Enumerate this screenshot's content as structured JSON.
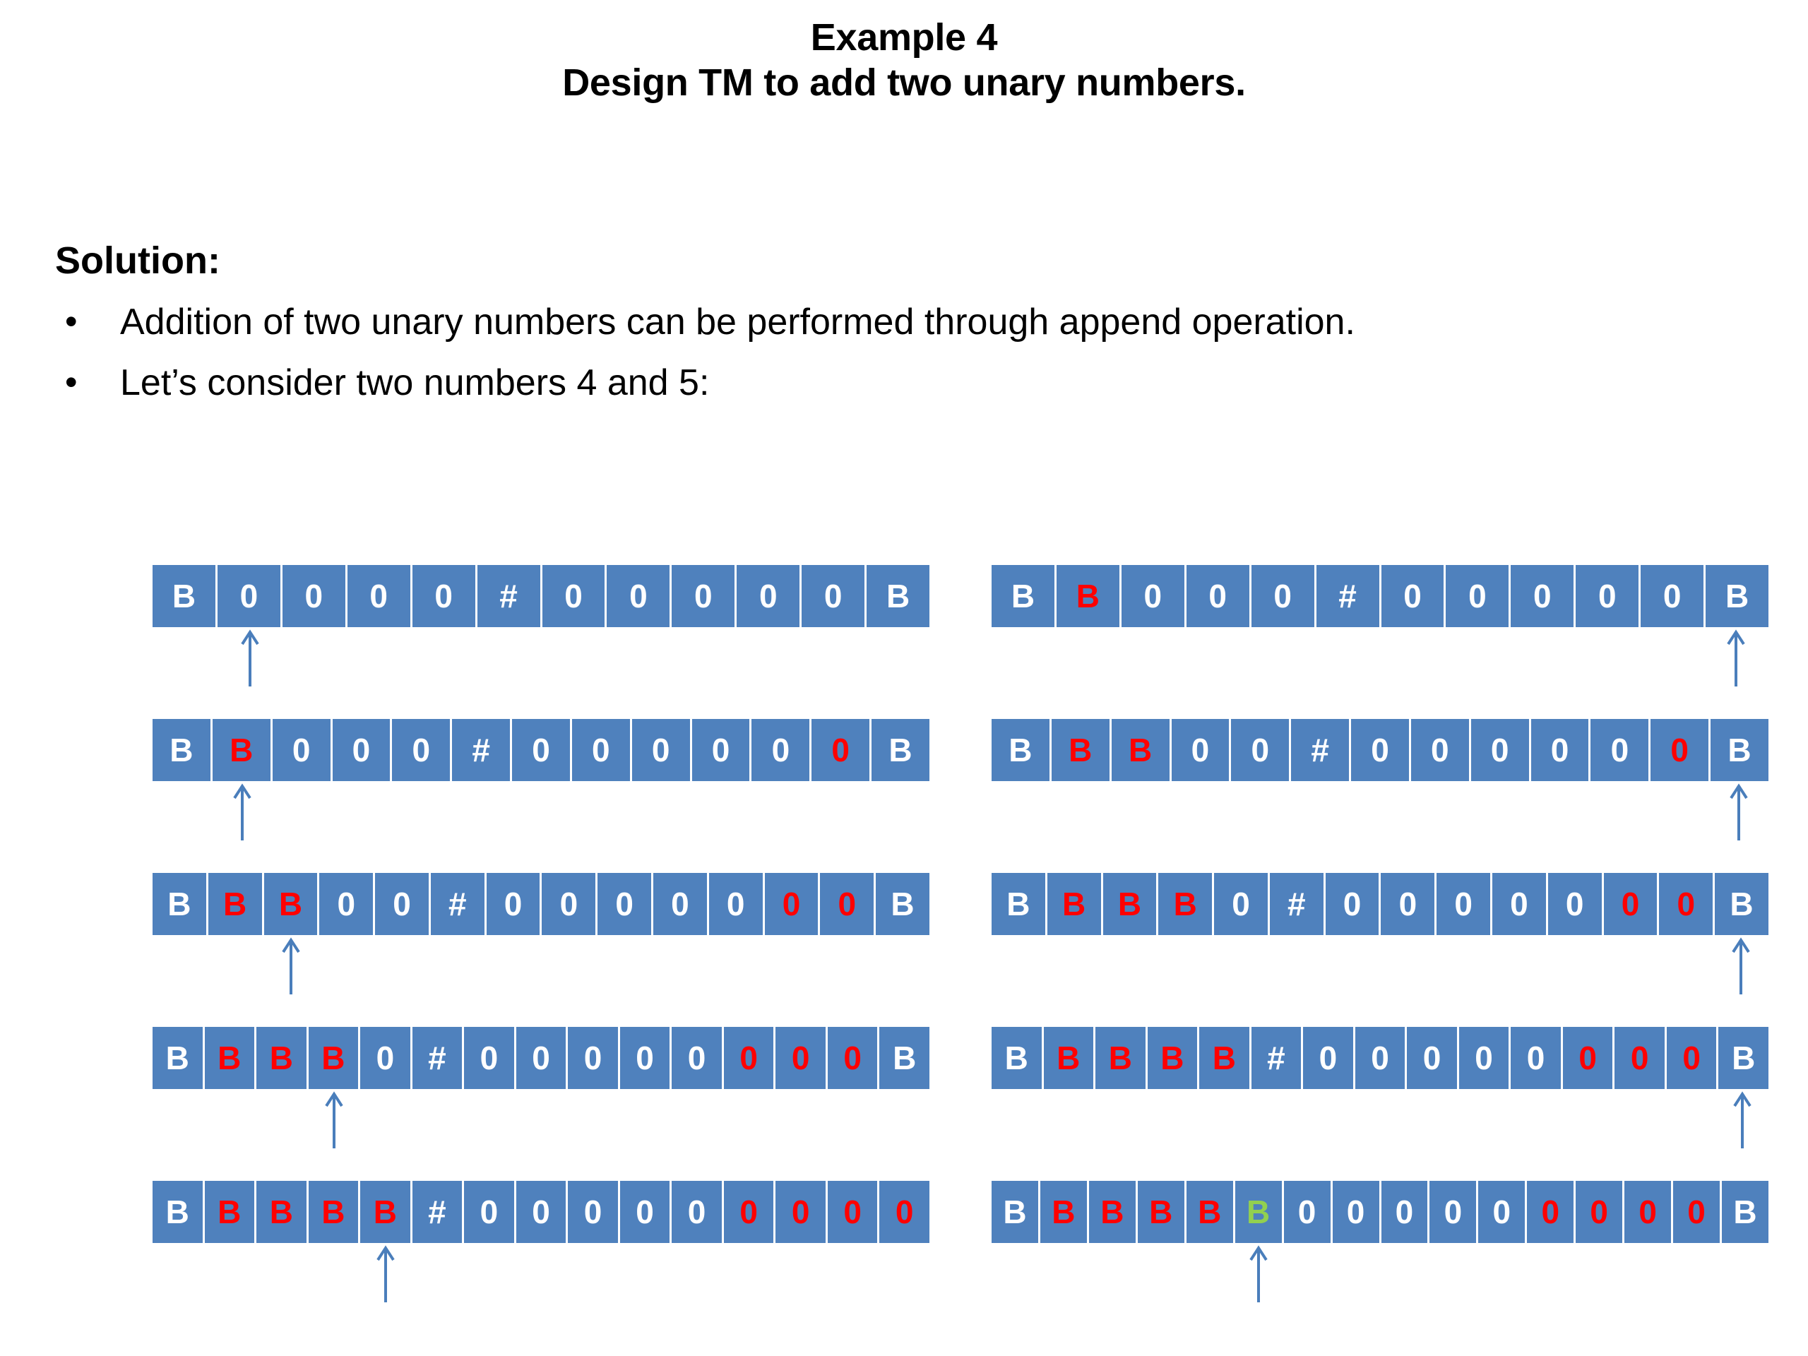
{
  "slide": {
    "title_line_1": "Example 4",
    "title_line_2": "Design TM to add two unary numbers.",
    "solution_heading": "Solution:",
    "bullet_marker": "•",
    "bullets": [
      "Addition of two unary numbers can be performed through append operation.",
      "Let’s consider two numbers 4 and 5:"
    ]
  },
  "colors": {
    "cell_background": "#4f81bd",
    "cell_text": "#ffffff",
    "marked_text": "#ff0000",
    "accepted_text": "#92d050",
    "arrow": "#4a7ebb",
    "page_background": "#ffffff"
  },
  "tapes": {
    "left_column": [
      {
        "step": 1,
        "head_index": 1,
        "cells": [
          {
            "symbol": "B",
            "color": "white"
          },
          {
            "symbol": "0",
            "color": "white"
          },
          {
            "symbol": "0",
            "color": "white"
          },
          {
            "symbol": "0",
            "color": "white"
          },
          {
            "symbol": "0",
            "color": "white"
          },
          {
            "symbol": "#",
            "color": "white"
          },
          {
            "symbol": "0",
            "color": "white"
          },
          {
            "symbol": "0",
            "color": "white"
          },
          {
            "symbol": "0",
            "color": "white"
          },
          {
            "symbol": "0",
            "color": "white"
          },
          {
            "symbol": "0",
            "color": "white"
          },
          {
            "symbol": "B",
            "color": "white"
          }
        ]
      },
      {
        "step": 2,
        "head_index": 1,
        "cells": [
          {
            "symbol": "B",
            "color": "white"
          },
          {
            "symbol": "B",
            "color": "red"
          },
          {
            "symbol": "0",
            "color": "white"
          },
          {
            "symbol": "0",
            "color": "white"
          },
          {
            "symbol": "0",
            "color": "white"
          },
          {
            "symbol": "#",
            "color": "white"
          },
          {
            "symbol": "0",
            "color": "white"
          },
          {
            "symbol": "0",
            "color": "white"
          },
          {
            "symbol": "0",
            "color": "white"
          },
          {
            "symbol": "0",
            "color": "white"
          },
          {
            "symbol": "0",
            "color": "white"
          },
          {
            "symbol": "0",
            "color": "red"
          },
          {
            "symbol": "B",
            "color": "white"
          }
        ]
      },
      {
        "step": 3,
        "head_index": 2,
        "cells": [
          {
            "symbol": "B",
            "color": "white"
          },
          {
            "symbol": "B",
            "color": "red"
          },
          {
            "symbol": "B",
            "color": "red"
          },
          {
            "symbol": "0",
            "color": "white"
          },
          {
            "symbol": "0",
            "color": "white"
          },
          {
            "symbol": "#",
            "color": "white"
          },
          {
            "symbol": "0",
            "color": "white"
          },
          {
            "symbol": "0",
            "color": "white"
          },
          {
            "symbol": "0",
            "color": "white"
          },
          {
            "symbol": "0",
            "color": "white"
          },
          {
            "symbol": "0",
            "color": "white"
          },
          {
            "symbol": "0",
            "color": "red"
          },
          {
            "symbol": "0",
            "color": "red"
          },
          {
            "symbol": "B",
            "color": "white"
          }
        ]
      },
      {
        "step": 4,
        "head_index": 3,
        "cells": [
          {
            "symbol": "B",
            "color": "white"
          },
          {
            "symbol": "B",
            "color": "red"
          },
          {
            "symbol": "B",
            "color": "red"
          },
          {
            "symbol": "B",
            "color": "red"
          },
          {
            "symbol": "0",
            "color": "white"
          },
          {
            "symbol": "#",
            "color": "white"
          },
          {
            "symbol": "0",
            "color": "white"
          },
          {
            "symbol": "0",
            "color": "white"
          },
          {
            "symbol": "0",
            "color": "white"
          },
          {
            "symbol": "0",
            "color": "white"
          },
          {
            "symbol": "0",
            "color": "white"
          },
          {
            "symbol": "0",
            "color": "red"
          },
          {
            "symbol": "0",
            "color": "red"
          },
          {
            "symbol": "0",
            "color": "red"
          },
          {
            "symbol": "B",
            "color": "white"
          }
        ]
      },
      {
        "step": 5,
        "head_index": 4,
        "cells": [
          {
            "symbol": "B",
            "color": "white"
          },
          {
            "symbol": "B",
            "color": "red"
          },
          {
            "symbol": "B",
            "color": "red"
          },
          {
            "symbol": "B",
            "color": "red"
          },
          {
            "symbol": "B",
            "color": "red"
          },
          {
            "symbol": "#",
            "color": "white"
          },
          {
            "symbol": "0",
            "color": "white"
          },
          {
            "symbol": "0",
            "color": "white"
          },
          {
            "symbol": "0",
            "color": "white"
          },
          {
            "symbol": "0",
            "color": "white"
          },
          {
            "symbol": "0",
            "color": "white"
          },
          {
            "symbol": "0",
            "color": "red"
          },
          {
            "symbol": "0",
            "color": "red"
          },
          {
            "symbol": "0",
            "color": "red"
          },
          {
            "symbol": "0",
            "color": "red"
          }
        ]
      }
    ],
    "right_column": [
      {
        "step": 6,
        "head_index": 11,
        "cells": [
          {
            "symbol": "B",
            "color": "white"
          },
          {
            "symbol": "B",
            "color": "red"
          },
          {
            "symbol": "0",
            "color": "white"
          },
          {
            "symbol": "0",
            "color": "white"
          },
          {
            "symbol": "0",
            "color": "white"
          },
          {
            "symbol": "#",
            "color": "white"
          },
          {
            "symbol": "0",
            "color": "white"
          },
          {
            "symbol": "0",
            "color": "white"
          },
          {
            "symbol": "0",
            "color": "white"
          },
          {
            "symbol": "0",
            "color": "white"
          },
          {
            "symbol": "0",
            "color": "white"
          },
          {
            "symbol": "B",
            "color": "white"
          }
        ]
      },
      {
        "step": 7,
        "head_index": 12,
        "cells": [
          {
            "symbol": "B",
            "color": "white"
          },
          {
            "symbol": "B",
            "color": "red"
          },
          {
            "symbol": "B",
            "color": "red"
          },
          {
            "symbol": "0",
            "color": "white"
          },
          {
            "symbol": "0",
            "color": "white"
          },
          {
            "symbol": "#",
            "color": "white"
          },
          {
            "symbol": "0",
            "color": "white"
          },
          {
            "symbol": "0",
            "color": "white"
          },
          {
            "symbol": "0",
            "color": "white"
          },
          {
            "symbol": "0",
            "color": "white"
          },
          {
            "symbol": "0",
            "color": "white"
          },
          {
            "symbol": "0",
            "color": "red"
          },
          {
            "symbol": "B",
            "color": "white"
          }
        ]
      },
      {
        "step": 8,
        "head_index": 13,
        "cells": [
          {
            "symbol": "B",
            "color": "white"
          },
          {
            "symbol": "B",
            "color": "red"
          },
          {
            "symbol": "B",
            "color": "red"
          },
          {
            "symbol": "B",
            "color": "red"
          },
          {
            "symbol": "0",
            "color": "white"
          },
          {
            "symbol": "#",
            "color": "white"
          },
          {
            "symbol": "0",
            "color": "white"
          },
          {
            "symbol": "0",
            "color": "white"
          },
          {
            "symbol": "0",
            "color": "white"
          },
          {
            "symbol": "0",
            "color": "white"
          },
          {
            "symbol": "0",
            "color": "white"
          },
          {
            "symbol": "0",
            "color": "red"
          },
          {
            "symbol": "0",
            "color": "red"
          },
          {
            "symbol": "B",
            "color": "white"
          }
        ]
      },
      {
        "step": 9,
        "head_index": 14,
        "cells": [
          {
            "symbol": "B",
            "color": "white"
          },
          {
            "symbol": "B",
            "color": "red"
          },
          {
            "symbol": "B",
            "color": "red"
          },
          {
            "symbol": "B",
            "color": "red"
          },
          {
            "symbol": "B",
            "color": "red"
          },
          {
            "symbol": "#",
            "color": "white"
          },
          {
            "symbol": "0",
            "color": "white"
          },
          {
            "symbol": "0",
            "color": "white"
          },
          {
            "symbol": "0",
            "color": "white"
          },
          {
            "symbol": "0",
            "color": "white"
          },
          {
            "symbol": "0",
            "color": "white"
          },
          {
            "symbol": "0",
            "color": "red"
          },
          {
            "symbol": "0",
            "color": "red"
          },
          {
            "symbol": "0",
            "color": "red"
          },
          {
            "symbol": "B",
            "color": "white"
          }
        ]
      },
      {
        "step": 10,
        "head_index": 5,
        "cells": [
          {
            "symbol": "B",
            "color": "white"
          },
          {
            "symbol": "B",
            "color": "red"
          },
          {
            "symbol": "B",
            "color": "red"
          },
          {
            "symbol": "B",
            "color": "red"
          },
          {
            "symbol": "B",
            "color": "red"
          },
          {
            "symbol": "B",
            "color": "green"
          },
          {
            "symbol": "0",
            "color": "white"
          },
          {
            "symbol": "0",
            "color": "white"
          },
          {
            "symbol": "0",
            "color": "white"
          },
          {
            "symbol": "0",
            "color": "white"
          },
          {
            "symbol": "0",
            "color": "white"
          },
          {
            "symbol": "0",
            "color": "red"
          },
          {
            "symbol": "0",
            "color": "red"
          },
          {
            "symbol": "0",
            "color": "red"
          },
          {
            "symbol": "0",
            "color": "red"
          },
          {
            "symbol": "B",
            "color": "white"
          }
        ]
      }
    ]
  }
}
